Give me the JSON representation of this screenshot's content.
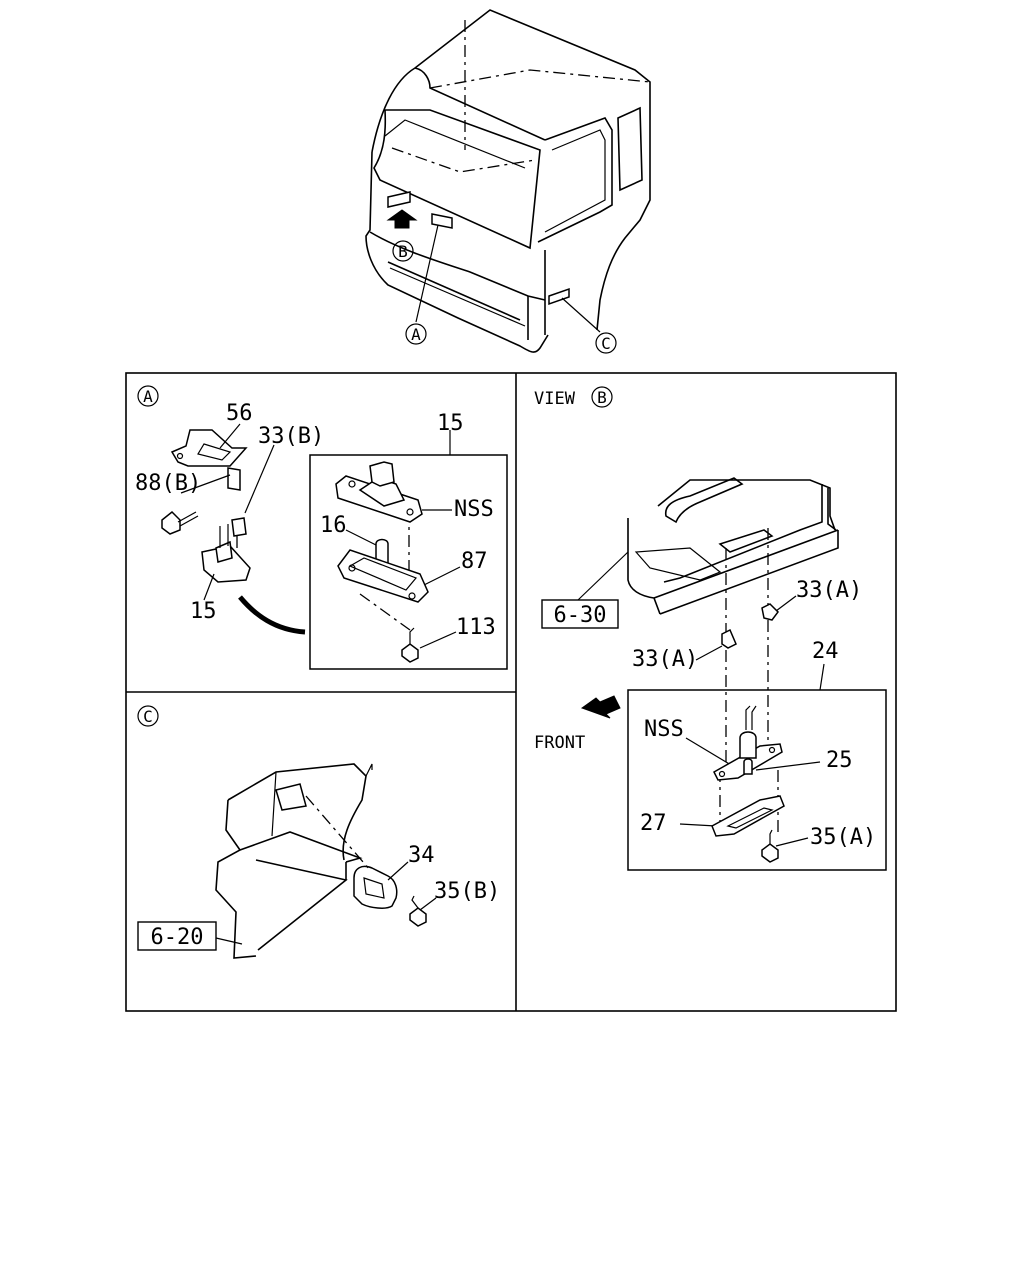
{
  "view_a": {
    "marker": "A",
    "labels": {
      "p56": "56",
      "p33b": "33(B)",
      "p88b": "88(B)",
      "p15_left": "15",
      "p15_box": "15",
      "nss": "NSS",
      "p16": "16",
      "p87": "87",
      "p113": "113"
    }
  },
  "view_b": {
    "title": "VIEW",
    "marker": "B",
    "labels": {
      "ref_630": "6-30",
      "p33a_upper": "33(A)",
      "p33a_lower": "33(A)",
      "p24": "24",
      "front": "FRONT",
      "nss": "NSS",
      "p25": "25",
      "p27": "27",
      "p35a": "35(A)"
    }
  },
  "view_c": {
    "marker": "C",
    "labels": {
      "p34": "34",
      "p35b": "35(B)",
      "ref_620": "6-20"
    }
  },
  "cab": {
    "markers": {
      "a": "A",
      "b": "B",
      "c": "C"
    }
  }
}
